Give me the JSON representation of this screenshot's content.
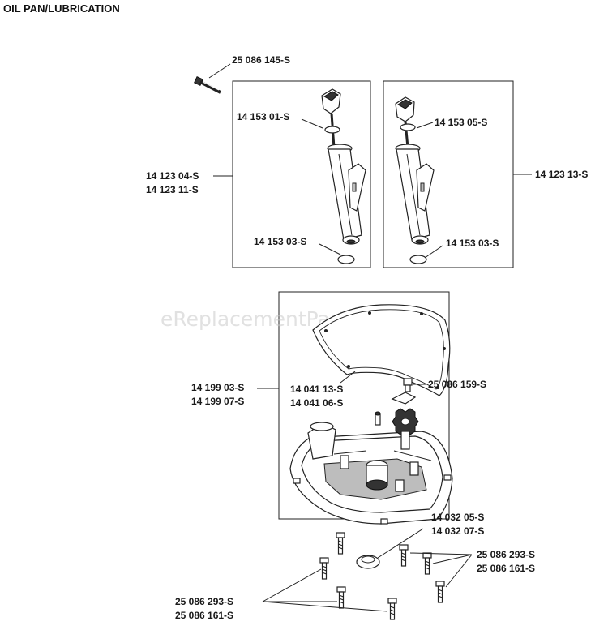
{
  "title": "OIL PAN/LUBRICATION",
  "watermark": "eReplacementParts.com",
  "labels": {
    "bolt_top": "25 086 145-S",
    "dipstick_left": "14 153 01-S",
    "dipstick_right": "14 153 05-S",
    "tube_left_1": "14 123 04-S",
    "tube_left_2": "14 123 11-S",
    "tube_right": "14 123 13-S",
    "oring_left": "14 153 03-S",
    "oring_right": "14 153 03-S",
    "oilpan_1": "14 199 03-S",
    "oilpan_2": "14 199 07-S",
    "gasket_1": "14 041 13-S",
    "gasket_2": "14 041 06-S",
    "plug": "25 086 159-S",
    "seal_1": "14 032 05-S",
    "seal_2": "14 032 07-S",
    "bolts_right_1": "25 086 293-S",
    "bolts_right_2": "25 086 161-S",
    "bolts_left_1": "25 086 293-S",
    "bolts_left_2": "25 086 161-S"
  }
}
